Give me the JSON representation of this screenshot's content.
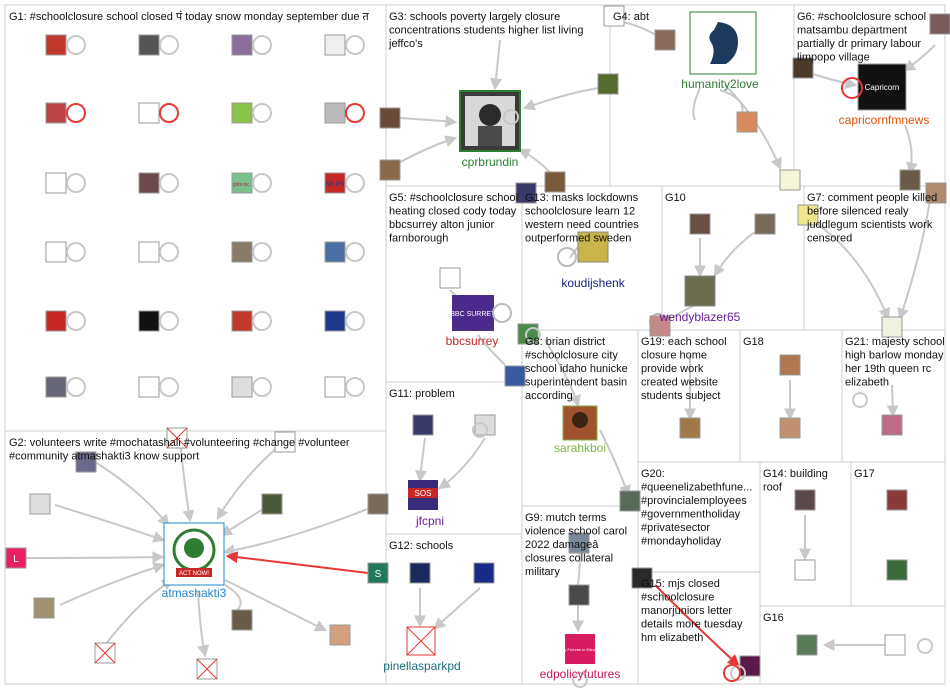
{
  "groups": [
    {
      "id": "g1",
      "label": "G1: #schoolclosure school closed पं today snow monday september due त"
    },
    {
      "id": "g2",
      "label": "G2: volunteers write #mochatashali #volunteering #change #volunteer #community atmashakti3 know support"
    },
    {
      "id": "g3",
      "label": "G3: schools poverty largely closure concentrations students higher list living jeffco's"
    },
    {
      "id": "g4",
      "label": "G4: abt"
    },
    {
      "id": "g5",
      "label": "G5: #schoolclosure school heating closed cody today bbcsurrey alton junior farnborough"
    },
    {
      "id": "g6",
      "label": "G6: #schoolclosure school matsambu department partially dr primary labour limpopo village"
    },
    {
      "id": "g7",
      "label": "G7: comment people killed before silenced realy juddlegum scientists work censored"
    },
    {
      "id": "g8",
      "label": "G8: brian district #schoolclosure city school idaho hunicke superintendent basin according"
    },
    {
      "id": "g9",
      "label": "G9: mutch terms violence school carol 2022 damageâ closures collateral military"
    },
    {
      "id": "g10",
      "label": "G10"
    },
    {
      "id": "g11",
      "label": "G11: problem"
    },
    {
      "id": "g12",
      "label": "G12: schools"
    },
    {
      "id": "g13",
      "label": "G13: masks lockdowns schoolclosure learn 12 western need countries outperformed sweden"
    },
    {
      "id": "g14",
      "label": "G14: building roof"
    },
    {
      "id": "g15",
      "label": "G15: mjs closed #schoolclosure manorjuniors letter details more tuesday hm elizabeth"
    },
    {
      "id": "g16",
      "label": "G16"
    },
    {
      "id": "g17",
      "label": "G17"
    },
    {
      "id": "g18",
      "label": "G18"
    },
    {
      "id": "g19",
      "label": "G19: each school closure home provide work created website students subject"
    },
    {
      "id": "g20",
      "label": "G20: #queenelizabethfune... #provincialemployees #governmentholiday #privatesector #mondayholiday"
    },
    {
      "id": "g21",
      "label": "G21: majesty school high barlow monday her 19th queen rc elizabeth"
    }
  ],
  "hubs": [
    {
      "id": "cprbrundin",
      "label": "cprbrundin",
      "color": "#2e7d32"
    },
    {
      "id": "humanity2love",
      "label": "humanity2love",
      "color": "#2e7d32"
    },
    {
      "id": "capricornfmnews",
      "label": "capricornfmnews",
      "color": "#e65100"
    },
    {
      "id": "bbcsurrey",
      "label": "bbcsurrey",
      "color": "#c62828"
    },
    {
      "id": "koudijshenk",
      "label": "koudijshenk",
      "color": "#1a237e"
    },
    {
      "id": "wendyblazer65",
      "label": "wendyblazer65",
      "color": "#6a1b9a"
    },
    {
      "id": "sarahkboi",
      "label": "sarahkboi",
      "color": "#7cb342"
    },
    {
      "id": "jfcpni",
      "label": "jfcpni",
      "color": "#6a1b9a"
    },
    {
      "id": "pinellasparkpd",
      "label": "pinellasparkpd",
      "color": "#1a6f7a"
    },
    {
      "id": "edpolicyfutures",
      "label": "edpolicyfutures",
      "color": "#c2185b"
    },
    {
      "id": "atmashakti3",
      "label": "atmashakti3",
      "color": "#1e88c8"
    }
  ],
  "thumb_texts": {
    "bbc_logo": "BBC SURREY",
    "sos_logo": "SOS",
    "girls_inc": "girls inc.",
    "capricorn": "Capricorn",
    "policy": "Policy Futures in Education",
    "act_now": "ACT NOW!",
    "kk_ps": "KK PS",
    "letter_l": "L",
    "letter_s": "S"
  },
  "colors": {
    "edge_gray": "#c8c8c8",
    "edge_red": "#e53935",
    "group_border": "#cfcfcf"
  }
}
